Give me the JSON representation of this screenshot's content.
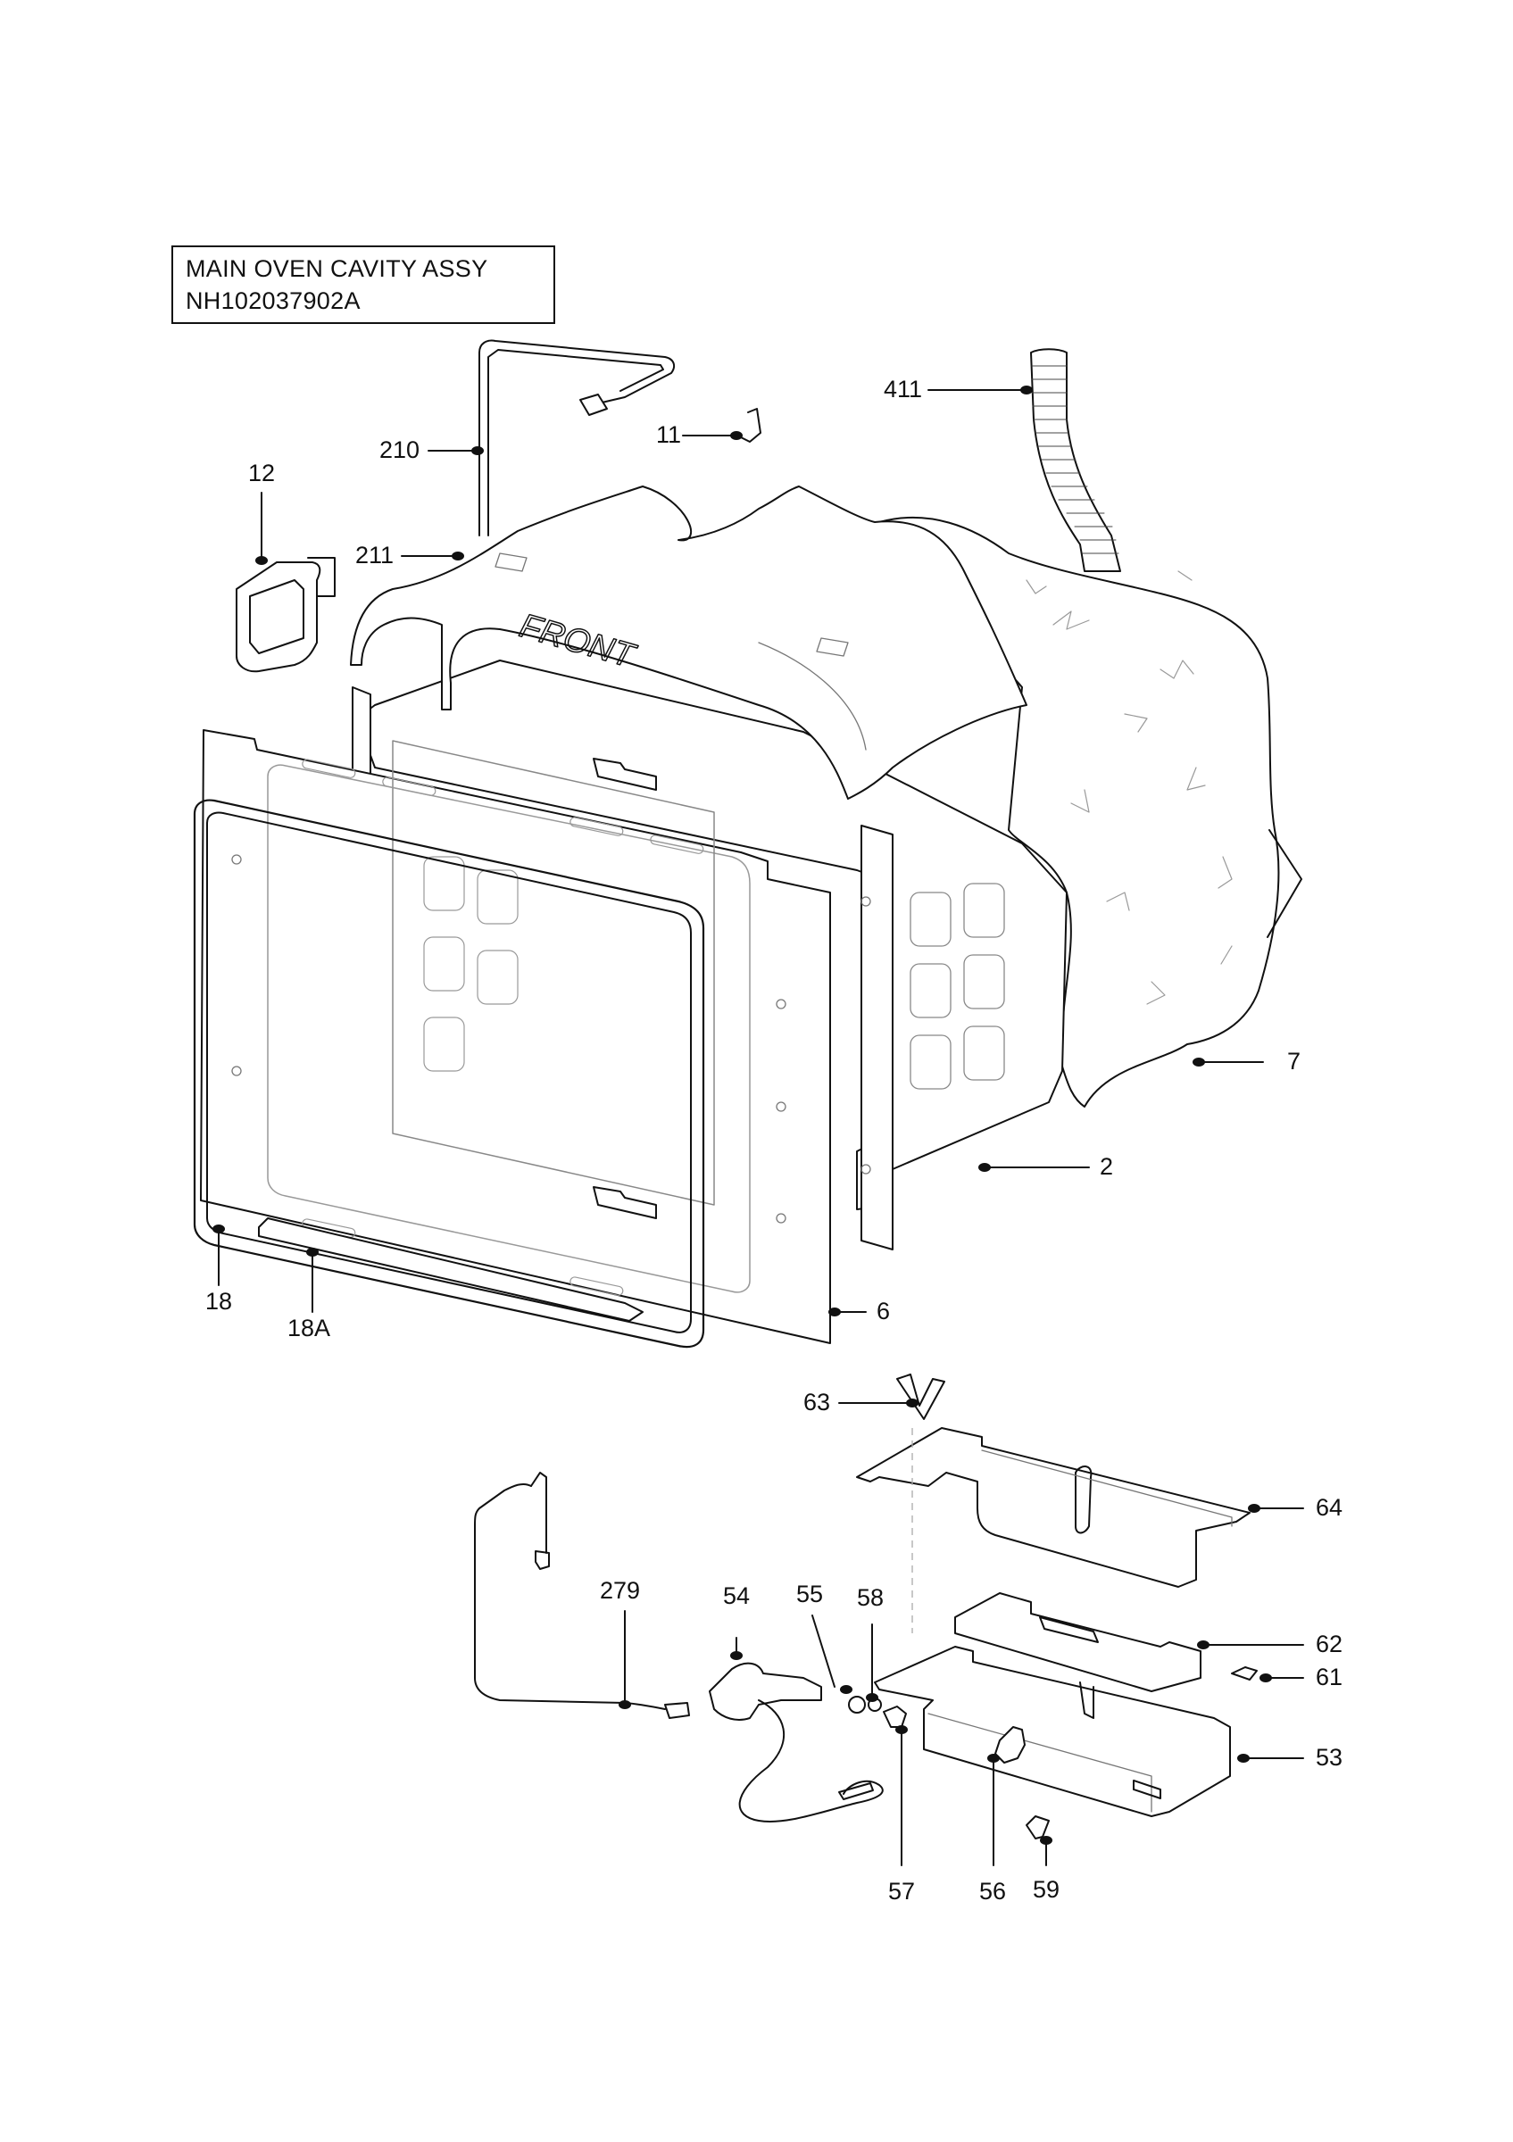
{
  "title": {
    "line1": "MAIN OVEN CAVITY ASSY",
    "line2": "NH102037902A"
  },
  "front_text": "FRONT",
  "callouts": {
    "c411": "411",
    "c11": "11",
    "c210": "210",
    "c12": "12",
    "c211": "211",
    "c7": "7",
    "c2": "2",
    "c18": "18",
    "c18a": "18A",
    "c6": "6",
    "c63": "63",
    "c64": "64",
    "c279": "279",
    "c54": "54",
    "c55": "55",
    "c58": "58",
    "c62": "62",
    "c61": "61",
    "c53": "53",
    "c57": "57",
    "c56": "56",
    "c59": "59"
  }
}
